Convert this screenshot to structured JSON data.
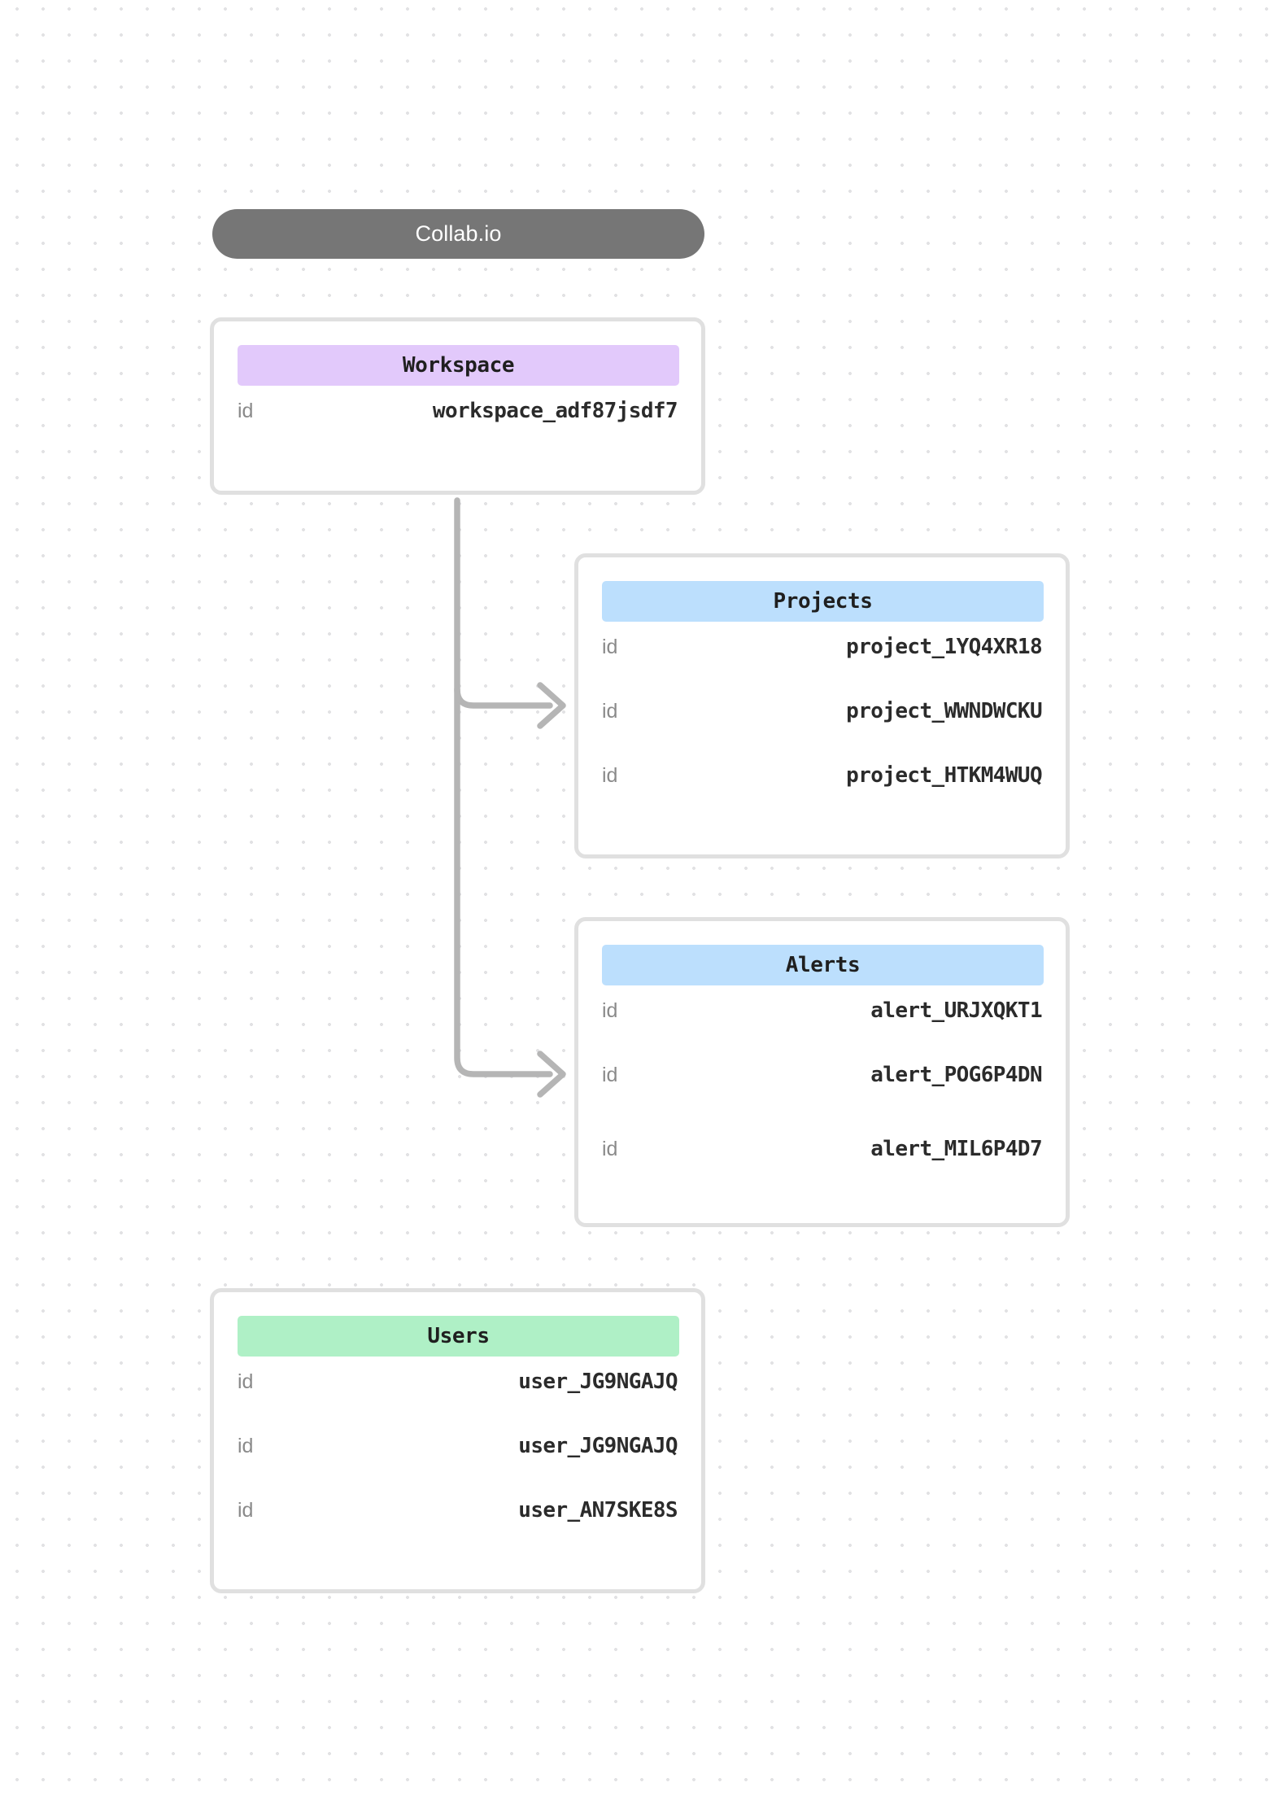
{
  "diagram": {
    "title": "Collab.io",
    "background": "dotted-grid",
    "colors": {
      "title_pill": "#767676",
      "card_border": "#e0e0e0",
      "workspace_header": "#e2c9fb",
      "projects_header": "#bcdffd",
      "alerts_header": "#bcdffd",
      "users_header": "#aff0c6",
      "connector": "#b5b5b5",
      "key_text": "#8a8a8a",
      "value_text": "#2b2b2b"
    },
    "cards": [
      {
        "name": "workspace",
        "title": "Workspace",
        "rows": [
          {
            "key": "id",
            "value": "workspace_adf87jsdf7"
          }
        ]
      },
      {
        "name": "projects",
        "title": "Projects",
        "rows": [
          {
            "key": "id",
            "value": "project_1YQ4XR18"
          },
          {
            "key": "id",
            "value": "project_WWNDWCKU"
          },
          {
            "key": "id",
            "value": "project_HTKM4WUQ"
          }
        ]
      },
      {
        "name": "alerts",
        "title": "Alerts",
        "rows": [
          {
            "key": "id",
            "value": "alert_URJXQKT1"
          },
          {
            "key": "id",
            "value": "alert_POG6P4DN"
          },
          {
            "key": "id",
            "value": "alert_MIL6P4D7"
          }
        ]
      },
      {
        "name": "users",
        "title": "Users",
        "rows": [
          {
            "key": "id",
            "value": "user_JG9NGAJQ"
          },
          {
            "key": "id",
            "value": "user_JG9NGAJQ"
          },
          {
            "key": "id",
            "value": "user_AN7SKE8S"
          }
        ]
      }
    ],
    "connectors": [
      {
        "from": "workspace",
        "to": "projects"
      },
      {
        "from": "workspace",
        "to": "alerts"
      }
    ]
  }
}
